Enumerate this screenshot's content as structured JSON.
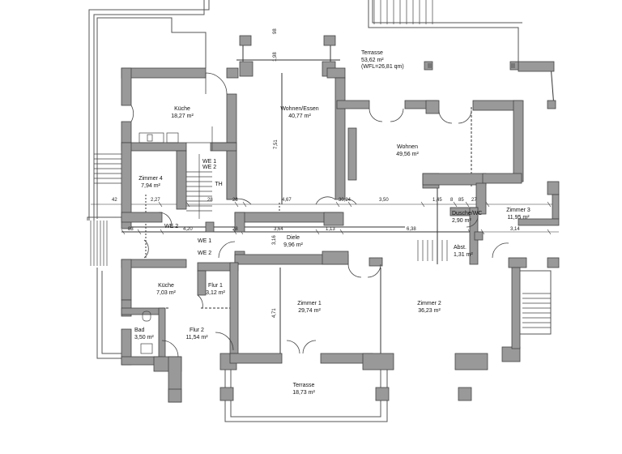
{
  "rooms": {
    "terrasse_top": {
      "name": "Terrasse",
      "area": "53,62 m²",
      "note": "(WFL=26,81 qm)"
    },
    "kueche_top": {
      "name": "Küche",
      "area": "18,27 m²"
    },
    "wohnen_essen": {
      "name": "Wohnen/Essen",
      "area": "40,77 m²"
    },
    "wohnen": {
      "name": "Wohnen",
      "area": "49,56 m²"
    },
    "zimmer4": {
      "name": "Zimmer 4",
      "area": "7,94 m²"
    },
    "th": {
      "name": "TH"
    },
    "dusche_wc": {
      "name": "Dusche/WC",
      "area": "2,90 m²"
    },
    "zimmer3": {
      "name": "Zimmer 3",
      "area": "11,95 m²"
    },
    "diele": {
      "name": "Diele",
      "area": "9,96 m²"
    },
    "abst": {
      "name": "Abst.",
      "area": "1,31 m²"
    },
    "kueche_bottom": {
      "name": "Küche",
      "area": "7,03 m²"
    },
    "flur1": {
      "name": "Flur 1",
      "area": "3,12 m²"
    },
    "zimmer1": {
      "name": "Zimmer 1",
      "area": "29,74 m²"
    },
    "zimmer2": {
      "name": "Zimmer 2",
      "area": "36,23 m²"
    },
    "bad": {
      "name": "Bad",
      "area": "3,50 m²"
    },
    "flur2": {
      "name": "Flur 2",
      "area": "11,54 m²"
    },
    "terrasse_bottom": {
      "name": "Terrasse",
      "area": "18,73 m²"
    }
  },
  "units": {
    "we1_upper": "WE 1",
    "we2_upper": "WE 2",
    "we2_left": "WE 2",
    "we1_center": "WE 1",
    "we2_center": "WE 2"
  },
  "dimensions": {
    "d42": "42",
    "d227": "2,27",
    "d28a": "28",
    "d28b": "28",
    "d467": "4,67",
    "d3024": "30,24",
    "d350": "3,50",
    "d145": "1,45",
    "d8": "8",
    "d85": "85",
    "d27": "27",
    "d83": "83",
    "d420": "4,20",
    "d28c": "28",
    "d364": "3,64",
    "d113": "1,13",
    "d638": "6,38",
    "d314": "3,14",
    "v751": "7,51",
    "v198": "1,98",
    "v98": "98",
    "v316": "3,16",
    "v471": "4,71"
  }
}
